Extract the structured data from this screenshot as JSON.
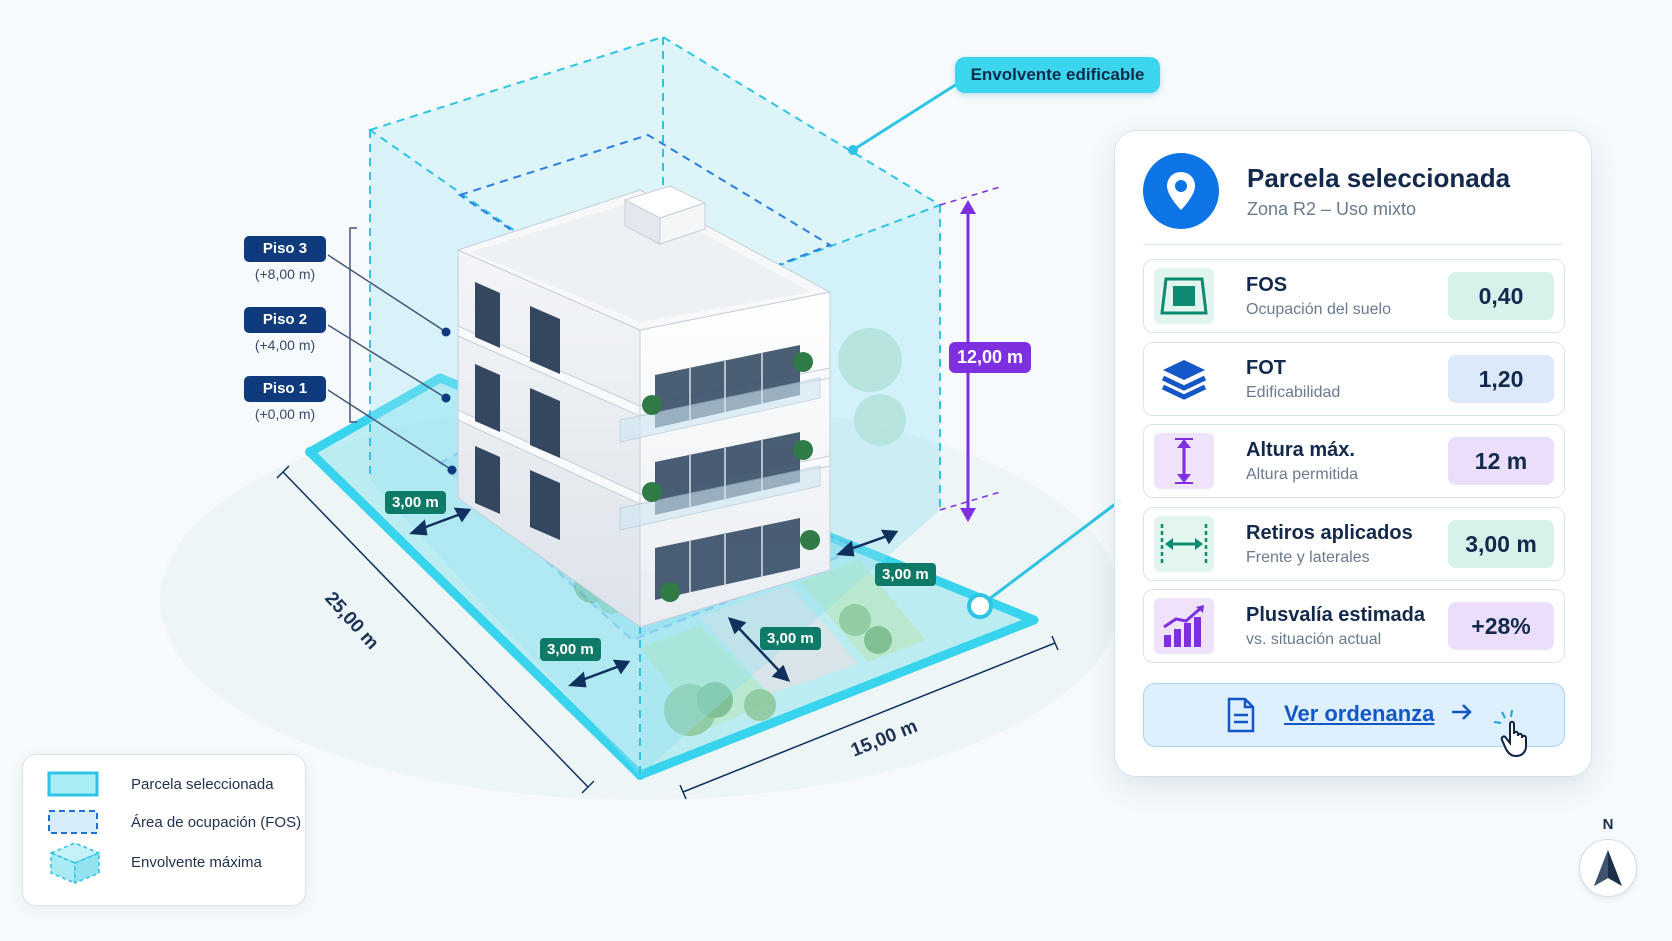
{
  "envelope_callout": "Envolvente edificable",
  "floors": [
    {
      "label": "Piso 3",
      "level": "(+8,00 m)"
    },
    {
      "label": "Piso 2",
      "level": "(+4,00 m)"
    },
    {
      "label": "Piso 1",
      "level": "(+0,00 m)"
    }
  ],
  "dimensions": {
    "setback_left": "3,00 m",
    "setback_right": "3,00 m",
    "setback_front": "3,00 m",
    "setback_path": "3,00 m",
    "height": "12,00 m",
    "lot_depth": "25,00 m",
    "lot_width": "15,00 m"
  },
  "panel": {
    "title": "Parcela seleccionada",
    "subtitle": "Zona R2 – Uso mixto",
    "icon": "location-pin-icon",
    "metrics": [
      {
        "label": "FOS",
        "sub": "Ocupación del suelo",
        "value": "0,40",
        "icon": "land-area-icon",
        "color": "#d5f3ea"
      },
      {
        "label": "FOT",
        "sub": "Edificabilidad",
        "value": "1,20",
        "icon": "layers-icon",
        "color": "#dbe9fb"
      },
      {
        "label": "Altura máx.",
        "sub": "Altura permitida",
        "value": "12 m",
        "icon": "height-icon",
        "color": "#ebdefb"
      },
      {
        "label": "Retiros aplicados",
        "sub": "Frente y laterales",
        "value": "3,00 m",
        "icon": "setback-icon",
        "color": "#d5f3ea"
      },
      {
        "label": "Plusvalía estimada",
        "sub": "vs. situación actual",
        "value": "+28%",
        "icon": "growth-chart-icon",
        "color": "#ebdefb"
      }
    ],
    "button_label": "Ver ordenanza"
  },
  "legend": [
    {
      "label": "Parcela seleccionada",
      "icon": "parcel-swatch-icon"
    },
    {
      "label": "Área de ocupación (FOS)",
      "icon": "occupation-swatch-icon"
    },
    {
      "label": "Envolvente máxima",
      "icon": "envelope-cube-icon"
    }
  ],
  "compass_label": "N",
  "colors": {
    "parcel": "#38d3ec",
    "envelope": "#7fdcef",
    "height_marker": "#7e2fe0",
    "setback_tag": "#0f7a67",
    "floor_tag": "#0f3b7d",
    "accent_blue": "#0c74e4"
  }
}
